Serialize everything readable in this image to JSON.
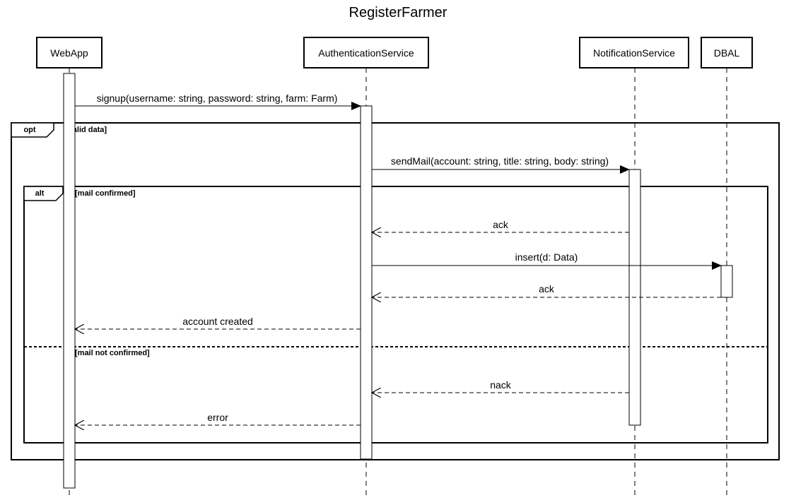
{
  "title": "RegisterFarmer",
  "participants": [
    {
      "id": "webapp",
      "name": "WebApp"
    },
    {
      "id": "auth",
      "name": "AuthenticationService"
    },
    {
      "id": "notif",
      "name": "NotificationService"
    },
    {
      "id": "dbal",
      "name": "DBAL"
    }
  ],
  "messages": [
    {
      "from": "webapp",
      "to": "auth",
      "label": "signup(username: string, password: string, farm: Farm)",
      "kind": "sync"
    },
    {
      "from": "auth",
      "to": "notif",
      "label": "sendMail(account: string, title: string, body: string)",
      "kind": "sync"
    },
    {
      "from": "notif",
      "to": "auth",
      "label": "ack",
      "kind": "reply"
    },
    {
      "from": "auth",
      "to": "dbal",
      "label": "insert(d: Data)",
      "kind": "sync"
    },
    {
      "from": "dbal",
      "to": "auth",
      "label": "ack",
      "kind": "reply"
    },
    {
      "from": "auth",
      "to": "webapp",
      "label": "account created",
      "kind": "reply"
    },
    {
      "from": "notif",
      "to": "auth",
      "label": "nack",
      "kind": "reply"
    },
    {
      "from": "auth",
      "to": "webapp",
      "label": "error",
      "kind": "reply"
    }
  ],
  "fragments": [
    {
      "operator": "opt",
      "guards": [
        "[valid data]"
      ]
    },
    {
      "operator": "alt",
      "guards": [
        "[mail confirmed]",
        "[mail not confirmed]"
      ]
    }
  ]
}
